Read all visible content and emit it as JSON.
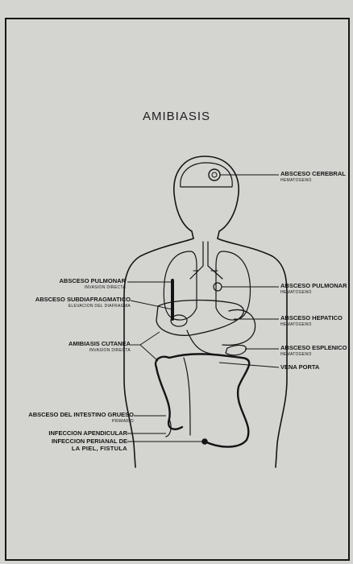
{
  "title": "AMIBIASIS",
  "labels": {
    "absceso_cerebral": {
      "main": "ABSCESO CEREBRAL",
      "sub": "HEMATOGENO"
    },
    "absceso_pulmonar_left": {
      "main": "ABSCESO PULMONAR",
      "sub": "INVASION DIRECTA"
    },
    "absceso_subdiafragmatico": {
      "main": "ABSCESO SUBDIAFRAGMATICO",
      "sub": "ELEVACION DEL DIAFRAGMA"
    },
    "absceso_pulmonar_right": {
      "main": "ABSCESO PULMONAR",
      "sub": "HEMATOGENO"
    },
    "absceso_hepatico": {
      "main": "ABSCESO HEPATICO",
      "sub": "HEMATOGENO"
    },
    "amibiasis_cutanea": {
      "main": "AMIBIASIS CUTANEA",
      "sub": "INVASION DIRECTA"
    },
    "absceso_esplenico": {
      "main": "ABSCESO ESPLENICO",
      "sub": "HEMATOGENO"
    },
    "vena_porta": {
      "main": "VENA PORTA",
      "sub": ""
    },
    "absceso_intestino": {
      "main": "ABSCESO DEL INTESTINO GRUESO",
      "sub": "PRIMARIO"
    },
    "infeccion_apendicular": {
      "main": "INFECCION APENDICULAR",
      "sub": ""
    },
    "infeccion_perianal": {
      "main": "INFECCION PERIANAL DE",
      "sub": ""
    },
    "infeccion_perianal_2": {
      "main": "LA PIEL, FISTULA",
      "sub": ""
    }
  }
}
